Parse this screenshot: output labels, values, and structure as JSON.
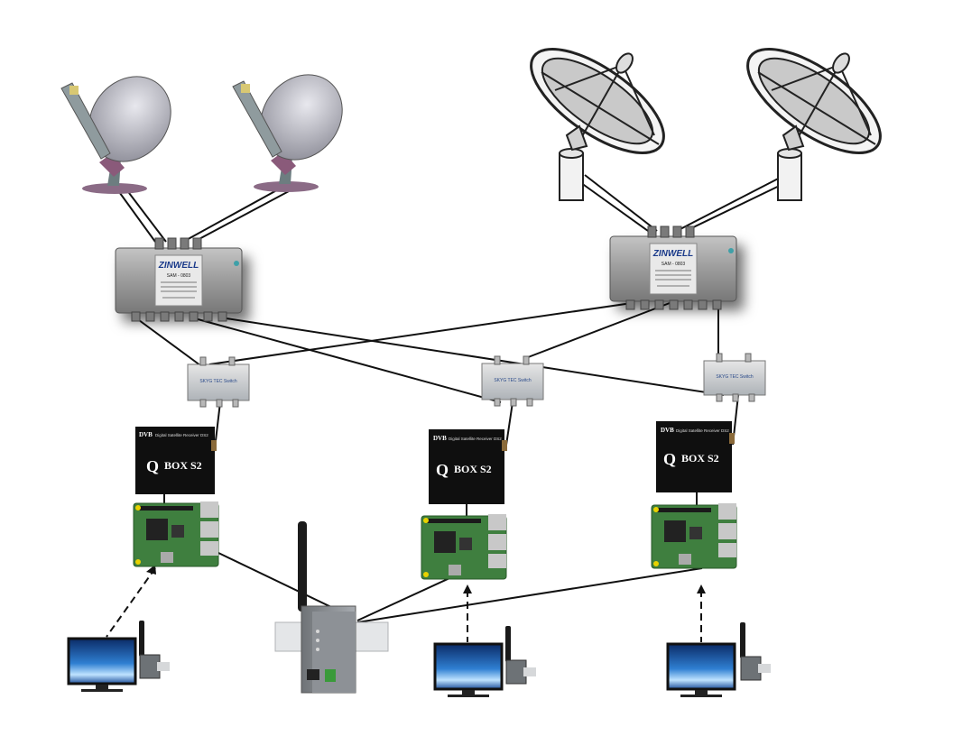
{
  "multiswitches": [
    {
      "brand": "ZINWELL",
      "model": "SAM - 0803"
    },
    {
      "brand": "ZINWELL",
      "model": "SAM - 0803"
    }
  ],
  "splitters": [
    {
      "label": "SKYG TEC Switch"
    },
    {
      "label": "SKYG TEC Switch"
    },
    {
      "label": "SKYG TEC Switch"
    }
  ],
  "receivers": [
    {
      "header": "Digital Satellite Receiver DS2",
      "logo": "DVB",
      "q": "Q",
      "name": "BOX S2"
    },
    {
      "header": "Digital Satellite Receiver DS2",
      "logo": "DVB",
      "q": "Q",
      "name": "BOX S2"
    },
    {
      "header": "Digital Satellite Receiver DS2",
      "logo": "DVB",
      "q": "Q",
      "name": "BOX S2"
    }
  ],
  "colors": {
    "dish_small": "#a9a9b2",
    "dish_mount": "#8a5a7a",
    "switch_body": "#9a9a9a",
    "receiver_body": "#0f0f0f",
    "pcb": "#3f7f3f",
    "cable": "#111111",
    "screen": "#1a5aa8"
  }
}
